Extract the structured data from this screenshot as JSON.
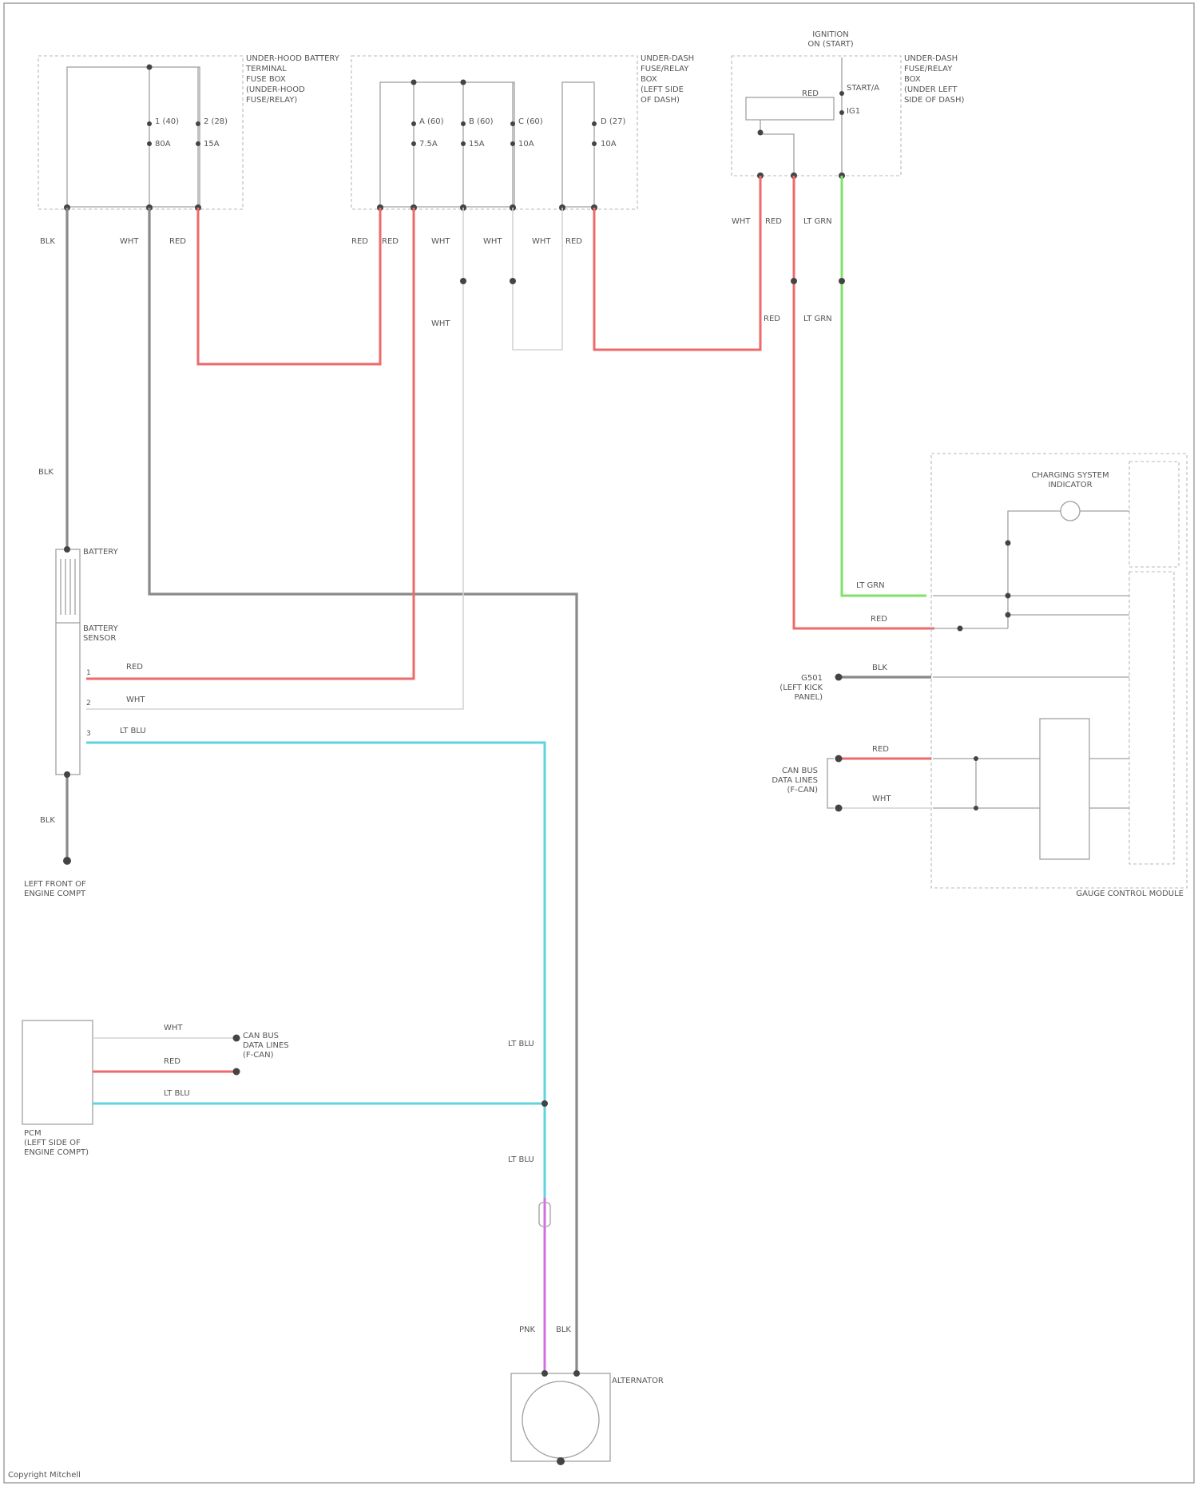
{
  "components": {
    "underhood_fuse_box": {
      "lines": [
        "UNDER-HOOD BATTERY",
        "TERMINAL",
        "FUSE BOX",
        "(UNDER-HOOD",
        "FUSE/RELAY)"
      ]
    },
    "underhood_fuse_left": {
      "lines": [
        "UNDER-DASH",
        "FUSE/RELAY",
        "BOX",
        "(LEFT SIDE",
        "OF DASH)"
      ]
    },
    "underhood_fuse_right": {
      "lines": [
        "UNDER-DASH",
        "FUSE/RELAY",
        "BOX",
        "(UNDER LEFT",
        "SIDE OF DASH)"
      ]
    },
    "ignition_switch": {
      "lines": [
        "IGNITION",
        "ON (START)"
      ]
    },
    "battery_sensor": {
      "lines": [
        "BATTERY",
        "SENSOR"
      ]
    },
    "battery_label": "BATTERY",
    "ground_left": {
      "lines": [
        "LEFT FRONT OF",
        "ENGINE COMPT"
      ]
    },
    "pcm": {
      "lines": [
        "PCM",
        "(LEFT SIDE OF",
        "ENGINE COMPT)"
      ]
    },
    "alternator": "ALTERNATOR",
    "charging_indicator": {
      "lines": [
        "CHARGING SYSTEM",
        "INDICATOR"
      ]
    },
    "gauge_control": "GAUGE CONTROL MODULE",
    "left_ground_g": {
      "lines": [
        "G501",
        "(LEFT KICK",
        "PANEL)"
      ]
    },
    "can_bus": {
      "lines": [
        "CAN BUS",
        "DATA LINES",
        "(F-CAN)"
      ]
    },
    "can_bus_pcm": {
      "lines": [
        "CAN BUS",
        "DATA LINES",
        "(F-CAN)"
      ]
    },
    "footer": "Copyright Mitchell"
  },
  "fuses": {
    "left_box": [
      {
        "num": "1 (40)",
        "amp": "80A"
      },
      {
        "num": "2 (28)",
        "amp": "15A"
      }
    ],
    "mid_box": [
      {
        "num": "A (60)",
        "amp": "7.5A"
      },
      {
        "num": "B (60)",
        "amp": "15A"
      },
      {
        "num": "C (60)",
        "amp": "10A"
      },
      {
        "num": "D (27)",
        "amp": "10A"
      }
    ],
    "ignition": [
      {
        "label": "RED"
      },
      {
        "label": "START/A"
      },
      {
        "label": "IG1"
      }
    ]
  },
  "wires": {
    "blk_top": "BLK",
    "wht_top": "WHT",
    "red_top": "RED",
    "red_mid_1": "RED",
    "red_mid_2": "RED",
    "wht_mid": "WHT",
    "wht_mid_2": "WHT",
    "wht_mid_3": "WHT",
    "wht_mid_4": "WHT",
    "wht_ign": "WHT",
    "red_ign": "RED",
    "grn_ign": "LT GRN",
    "grn_ign_2": "LT GRN",
    "blk_long": "BLK",
    "red_sensor": "RED",
    "wht_sensor": "WHT",
    "ltblu_sensor": "LT BLU",
    "blk_ground": "BLK",
    "ltblu_1": "LT BLU",
    "ltblu_2": "LT BLU",
    "ltblu_pcm": "LT BLU",
    "wht_pcm": "WHT",
    "red_pcm": "RED",
    "pnk_alt": "PNK",
    "blk_alt": "BLK",
    "ltgrn_gauge": "LT GRN",
    "red_gauge": "RED",
    "blk_gauge": "BLK",
    "red_can": "RED",
    "wht_can": "WHT"
  },
  "connectors": {
    "battery_sensor": "BATTERY",
    "alternator": "ALTERNATOR",
    "s_pin1": "1",
    "s_pin2": "2",
    "s_pin3": "3"
  }
}
